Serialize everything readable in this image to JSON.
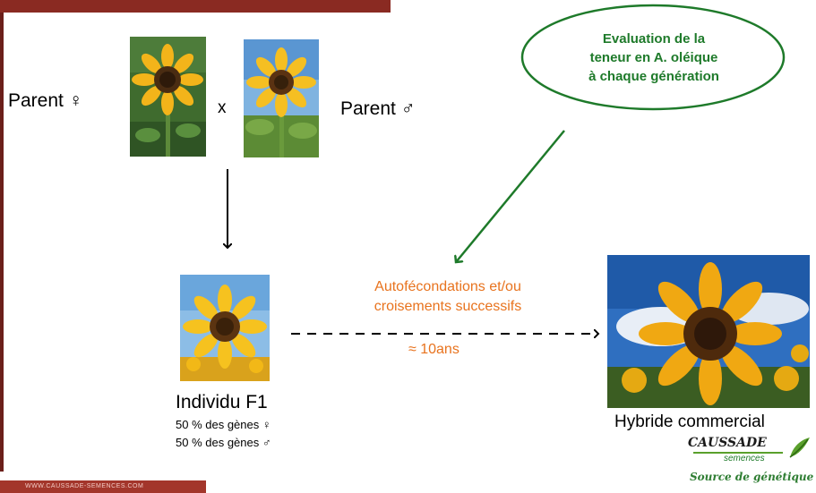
{
  "parents": {
    "female_label": "Parent ♀",
    "cross_symbol": "x",
    "male_label": "Parent ♂"
  },
  "evaluation": {
    "line1": "Evaluation de la",
    "line2": "teneur en A. oléique",
    "line3": "à chaque génération"
  },
  "process": {
    "line1": "Autofécondations et/ou",
    "line2": "croisements successifs",
    "duration": "≈ 10ans"
  },
  "f1": {
    "title": "Individu F1",
    "genes_female": "50 % des gènes ♀",
    "genes_male": "50 % des gènes ♂"
  },
  "result": {
    "label": "Hybride commercial"
  },
  "logo": {
    "brand": "CAUSSADE",
    "sub": "semences",
    "tagline": "Source de génétique"
  },
  "footer": {
    "url": "WWW.CAUSSADE-SEMENCES.COM"
  },
  "colors": {
    "header_bar": "#8a2a22",
    "evaluation_green": "#1e7a2a",
    "process_orange": "#e8731e"
  },
  "icons": [
    "sunflower-photo",
    "down-arrow",
    "dashed-arrow",
    "green-arrow",
    "logo-leaf-icon"
  ]
}
